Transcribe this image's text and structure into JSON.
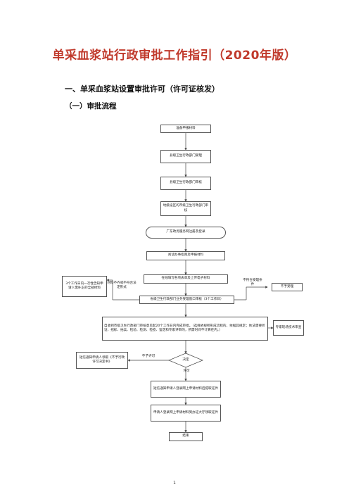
{
  "document": {
    "title": "单采血浆站行政审批工作指引（2020年版）",
    "section": "一、单采血浆站设置审批许可（许可证核发）",
    "subsection": "（一）审批流程",
    "page_number": "1"
  },
  "flowchart": {
    "step1": "准备申报材料",
    "step2": "县级卫生行政部门受理",
    "step3": "县级卫生行政部门审核",
    "step4": "地级设区的市级卫生行政部门审核",
    "step5": "广东政务服务网注册及登录",
    "step6": "阅读办事指南及申报材料",
    "step7": "在线填写各项表单及上传电子材料",
    "step8": "省级卫生行政部门业务受理窗口审核（3个工作日）",
    "step9": "自收到市级卫生行政部门审核意见起20个工作日内完成审批。（选择依规所形成流程的，依据其规定；依法需要听证、招标、拍卖、检验、检测、检疫、鉴定和专家评审的，所需时间不计算在内。）",
    "decision": "决定",
    "step10": "短信通知申请人登录网上申请材料后提取证件",
    "step11": "申请人登录网上申请材料到办证大厅领取证件",
    "end": "结束",
    "left_note_box": "3个工作日内一次性告知申请人需补正的全部材料",
    "left_label": "材料不齐或不符合法定形式",
    "right_label": "不符合受理条件",
    "reject_box": "不予受理",
    "expert_box": "专家现场技术审查",
    "notify_refusal_box": "短信通知申请人领取《不予行政许可决定书》",
    "not_permit_label": "不予许可",
    "permit_label": "许可"
  }
}
